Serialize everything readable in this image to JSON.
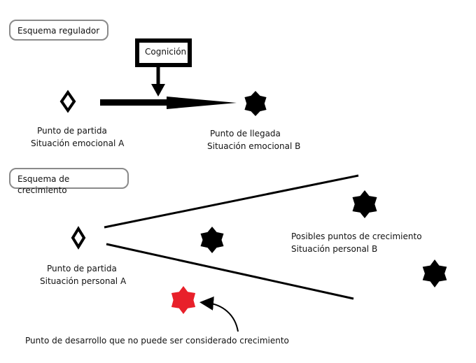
{
  "sections": {
    "regulador": {
      "title": "Esquema regulador",
      "modifier": "Cognición",
      "start": {
        "line1": "Punto de partida",
        "line2": "Situación emocional A"
      },
      "end": {
        "line1": "Punto de llegada",
        "line2": "Situación emocional B"
      }
    },
    "crecimiento": {
      "title": "Esquema de crecimiento",
      "start": {
        "line1": "Punto de partida",
        "line2": "Situación   personal A"
      },
      "growth": {
        "line1": "Posibles puntos de  crecimiento",
        "line2": "Situación personal B"
      },
      "non_growth_note": "Punto de desarrollo que no puede ser considerado crecimiento"
    }
  },
  "colors": {
    "mark": "#000000",
    "non_growth_star": "#e8202a",
    "pill_border": "#8a8a8a"
  },
  "icons": {
    "start": "diamond-icon",
    "point": "six-point-star-icon"
  }
}
